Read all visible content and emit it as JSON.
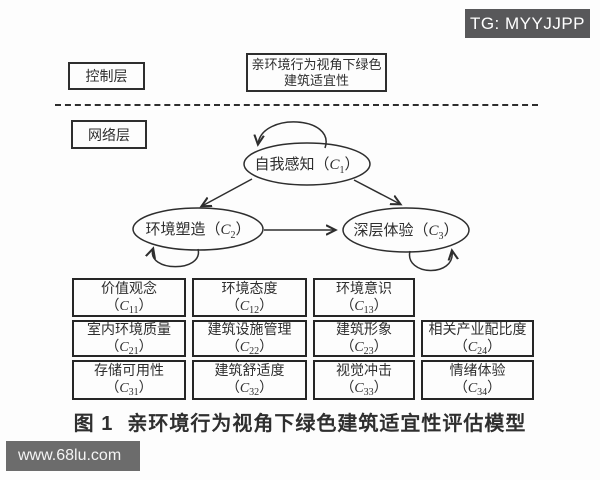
{
  "badges": {
    "tg": "TG: MYYJJPP",
    "site": "www.68lu.com"
  },
  "layers": {
    "control": "控制层",
    "network": "网络层"
  },
  "goal": {
    "line1": "亲环境行为视角下绿色",
    "line2": "建筑适宜性"
  },
  "symbols": {
    "open": "（",
    "var": "C",
    "close": "）"
  },
  "nodes": [
    {
      "name": "自我感知",
      "sub": "1"
    },
    {
      "name": "环境塑造",
      "sub": "2"
    },
    {
      "name": "深层体验",
      "sub": "3"
    }
  ],
  "indicators": [
    {
      "name": "价值观念",
      "sub": "11"
    },
    {
      "name": "环境态度",
      "sub": "12"
    },
    {
      "name": "环境意识",
      "sub": "13"
    },
    {
      "name": "室内环境质量",
      "sub": "21"
    },
    {
      "name": "建筑设施管理",
      "sub": "22"
    },
    {
      "name": "建筑形象",
      "sub": "23"
    },
    {
      "name": "相关产业配比度",
      "sub": "24"
    },
    {
      "name": "存储可用性",
      "sub": "31"
    },
    {
      "name": "建筑舒适度",
      "sub": "32"
    },
    {
      "name": "视觉冲击",
      "sub": "33"
    },
    {
      "name": "情绪体验",
      "sub": "34"
    }
  ],
  "caption": {
    "prefix": "图 1",
    "text": "亲环境行为视角下绿色建筑适宜性评估模型"
  },
  "colors": {
    "line": "#2e2e2e",
    "tg_badge_bg": "#58585a",
    "site_badge_bg": "#6c6c6c",
    "background": "#fdfdfd"
  }
}
